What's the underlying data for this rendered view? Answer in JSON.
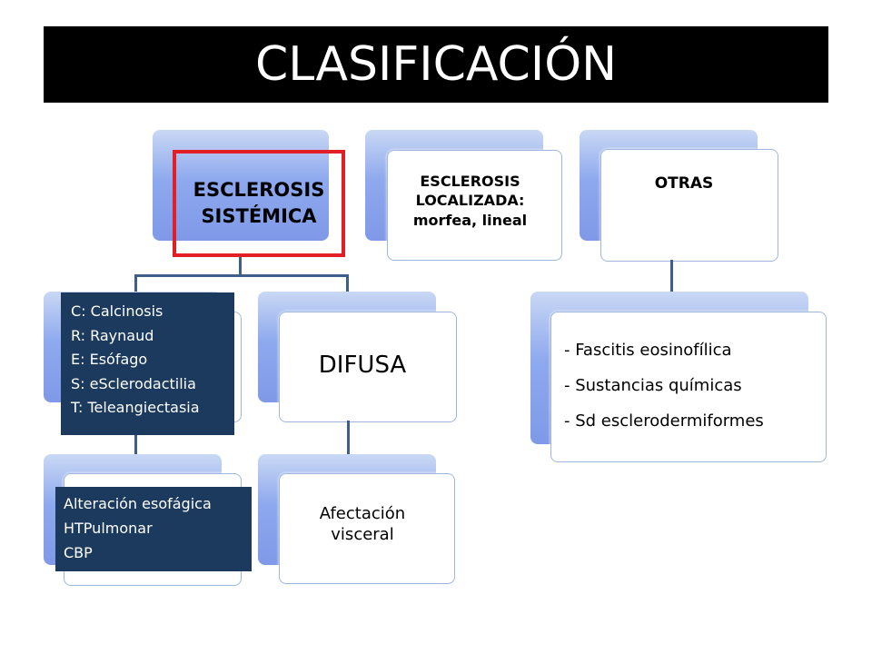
{
  "title": "CLASIFICACIÓN",
  "systemic": {
    "label": "ESCLEROSIS SISTÉMICA"
  },
  "localized": {
    "label": "ESCLEROSIS LOCALIZADA: morfea, lineal"
  },
  "others": {
    "label": "OTRAS",
    "items": [
      "- Fascitis eosinofílica",
      "- Sustancias químicas",
      "- Sd esclerodermiformes"
    ]
  },
  "diffuse": {
    "label": "DIFUSA",
    "child": "Afectación visceral"
  },
  "crest_box": {
    "lines": [
      "C: Calcinosis",
      "R: Raynaud",
      "E: Esófago",
      "S: eSclerodactilia",
      "T: Teleangiectasia"
    ]
  },
  "limited_box": {
    "lines": [
      "Alteración esofágica",
      "HTPulmonar",
      "CBP"
    ]
  }
}
